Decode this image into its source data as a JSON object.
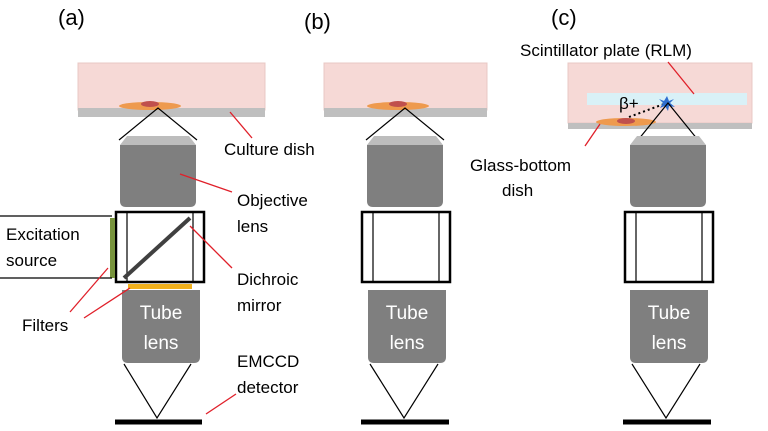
{
  "panels": {
    "a": "(a)",
    "b": "(b)",
    "c": "(c)"
  },
  "labels": {
    "culture_dish": "Culture dish",
    "objective_lens_1": "Objective",
    "objective_lens_2": "lens",
    "excitation_source_1": "Excitation",
    "excitation_source_2": "source",
    "dichroic_mirror_1": "Dichroic",
    "dichroic_mirror_2": "mirror",
    "filters": "Filters",
    "tube_lens_1": "Tube",
    "tube_lens_2": "lens",
    "emccd_1": "EMCCD",
    "emccd_2": "detector",
    "scintillator": "Scintillator plate (RLM)",
    "glass_bottom_1": "Glass-bottom",
    "glass_bottom_2": "dish",
    "beta": "β+"
  },
  "colors": {
    "dish_fill": "#f6d9d6",
    "dish_base": "#bfbfbf",
    "cell": "#ee9a4e",
    "nucleus": "#c0504d",
    "lens_body": "#7f7f7f",
    "lens_top": "#bdbdbd",
    "scintillator": "#d9f1f7",
    "excitation_filter": "#77933c",
    "emission_filter": "#f0b01c",
    "pointer_line": "#e0202a",
    "decay_star": "#2f6fd0"
  }
}
